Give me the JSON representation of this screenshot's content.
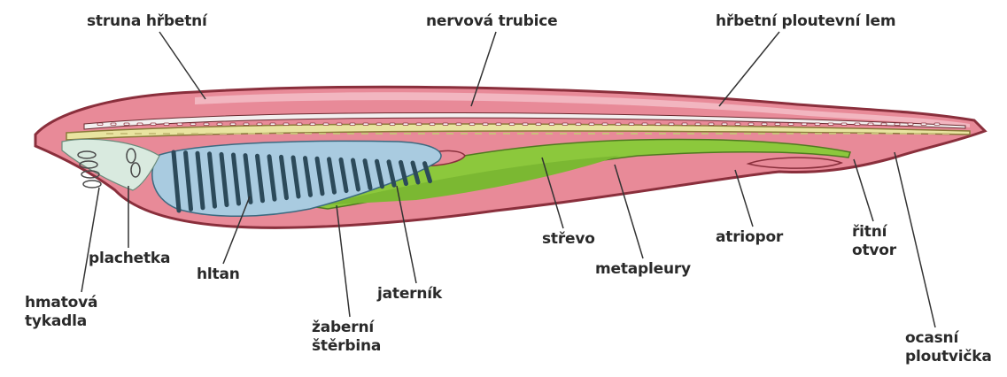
{
  "diagram": {
    "labels": {
      "struna_hrbetni": "struna hřbetní",
      "nervova_trubice": "nervová trubice",
      "hrbetni_ploutevni_lem": "hřbetní ploutevní lem",
      "plachetka": "plachetka",
      "hltan": "hltan",
      "hmatova_tykadla": [
        "hmatová",
        "tykadla"
      ],
      "zaberni_sterbina": [
        "žaberní",
        "štěrbina"
      ],
      "jaternivak": "jaterník",
      "streva": "střevo",
      "metapleury": "metapleury",
      "atriopor": "atriopor",
      "ritni_otvor": [
        "řitní",
        "otvor"
      ],
      "ocasni_ploutvicka": [
        "ocasní",
        "ploutvička"
      ]
    },
    "colors": {
      "body_outline": "#8a2f3c",
      "body_fill": "#e88a98",
      "fin_fill": "#d9707f",
      "notochord": "#e9e4a0",
      "nerve_cord": "#f3f0f0",
      "pharynx": "#a9cbe0",
      "gill_bars": "#2c4a5a",
      "gut": "#8cc83c",
      "label_text": "#2a2a2a",
      "leader_line": "#333333"
    }
  }
}
